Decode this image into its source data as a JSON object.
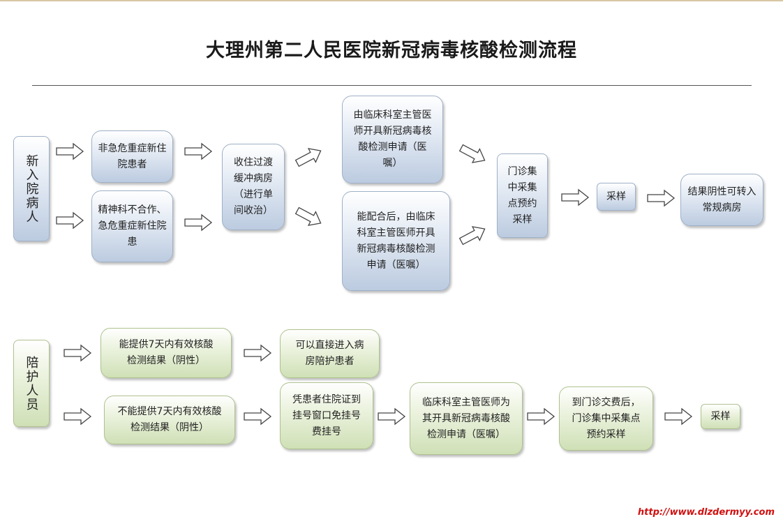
{
  "title": "大理州第二人民医院新冠病毒核酸检测流程",
  "footer_url": "http://www.dlzdermyy.com",
  "colors": {
    "blue_fill": "#bccbe0",
    "green_fill": "#cfe0b6",
    "footer": "#d01010"
  },
  "top": {
    "start": "新入院病人",
    "non_urgent": "非急危重症新住院患者",
    "psych": "精神科不合作、急危重症新住院患",
    "transition": "收住过渡缓冲病房（进行单间收治）",
    "clinic_order": "由临床科室主管医师开具新冠病毒核酸检测申请（医嘱）",
    "coop_order": "能配合后，由临床科室主管医师开具新冠病毒核酸检测申请（医嘱）",
    "outpatient": "门诊集中采集点预约采样",
    "sample": "采样",
    "result": "结果阴性可转入常规病房"
  },
  "bottom": {
    "start": "陪护人员",
    "has_result": "能提供7天内有效核酸检测结果（阴性）",
    "enter_ward": "可以直接进入病房陪护患者",
    "no_result": "不能提供7天内有效核酸检测结果（阴性）",
    "registration": "凭患者住院证到挂号窗口免挂号费挂号",
    "doctor_order": "临床科室主管医师为其开具新冠病毒核酸检测申请（医嘱）",
    "pay": "到门诊交费后，门诊集中采集点预约采样",
    "sample": "采样"
  }
}
